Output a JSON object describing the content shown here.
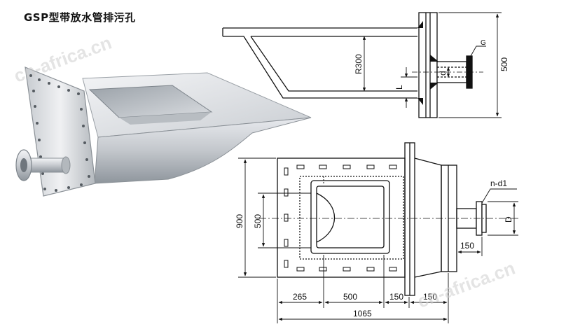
{
  "title": "GSP型带放水管排污孔",
  "watermark": "cn-africa.cn",
  "section_view": {
    "labels": {
      "radius": "R300",
      "height": "500",
      "diameter": "d",
      "length": "L",
      "flange": "G"
    }
  },
  "plan_view": {
    "labels": {
      "total_height": "900",
      "inner_height": "500",
      "bolt": "n-d1",
      "pipe_d": "D",
      "pipe_len": "150",
      "w1": "265",
      "w2": "500",
      "w3": "150",
      "w4": "150",
      "total_width": "1065"
    }
  },
  "colors": {
    "line": "#111111",
    "metal_light": "#e4e6ea",
    "metal_mid": "#c4c8cd",
    "metal_dark": "#8d949b"
  }
}
